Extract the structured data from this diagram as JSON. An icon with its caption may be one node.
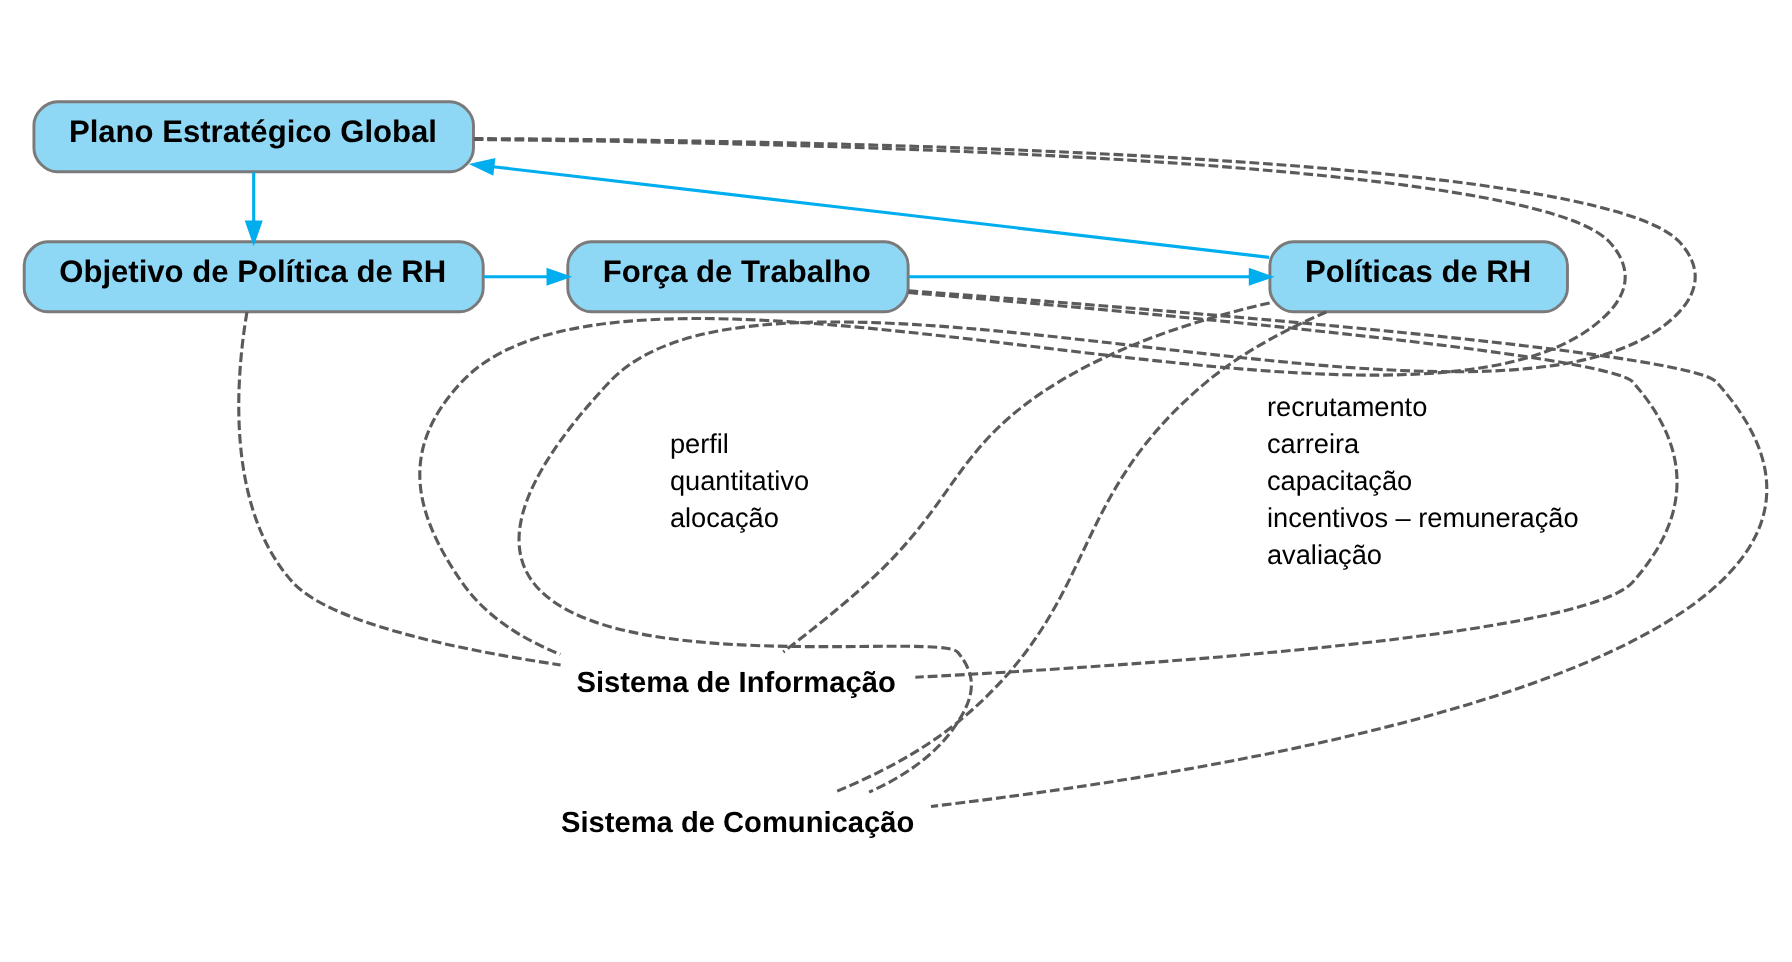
{
  "diagram": {
    "nodes": [
      {
        "text": [
          "Plano Estratégico Global"
        ]
      },
      {
        "text": [
          "Objetivo de Política de RH"
        ]
      },
      {
        "text": [
          "Força de Trabalho"
        ],
        "beside": [
          "perfil",
          "quantitativo",
          "alocação"
        ]
      },
      {
        "text": [
          "Políticas de RH"
        ],
        "beside": [
          "recrutamento",
          "carreira",
          "capacitação",
          "incentivos – remuneração",
          "avaliação"
        ]
      },
      {
        "text": [
          "Sistema de Informação"
        ]
      },
      {
        "text": [
          "Sistema de Comunicação"
        ]
      }
    ],
    "edges": [
      {
        "from": 0,
        "to": 1,
        "arrow": "to",
        "color": "#00aeef"
      },
      {
        "from": 1,
        "to": 2,
        "arrow": "to",
        "color": "#00aeef"
      },
      {
        "from": 2,
        "to": 3,
        "arrow": "to",
        "color": "#00aeef"
      },
      {
        "from": 3,
        "to": 0,
        "arrow": "to",
        "color": "#00aeef"
      },
      {
        "from": 0,
        "to": 4,
        "arrow": "none",
        "style": "dashed"
      },
      {
        "from": 1,
        "to": 4,
        "arrow": "none",
        "style": "dashed"
      },
      {
        "from": 2,
        "to": 4,
        "arrow": "none",
        "style": "dashed"
      },
      {
        "from": 3,
        "to": 4,
        "arrow": "none",
        "style": "dashed"
      },
      {
        "from": 0,
        "to": 5,
        "arrow": "none",
        "style": "dashed"
      },
      {
        "from": 2,
        "to": 5,
        "arrow": "none",
        "style": "dashed"
      },
      {
        "from": 3,
        "to": 5,
        "arrow": "none",
        "style": "dashed"
      }
    ]
  }
}
